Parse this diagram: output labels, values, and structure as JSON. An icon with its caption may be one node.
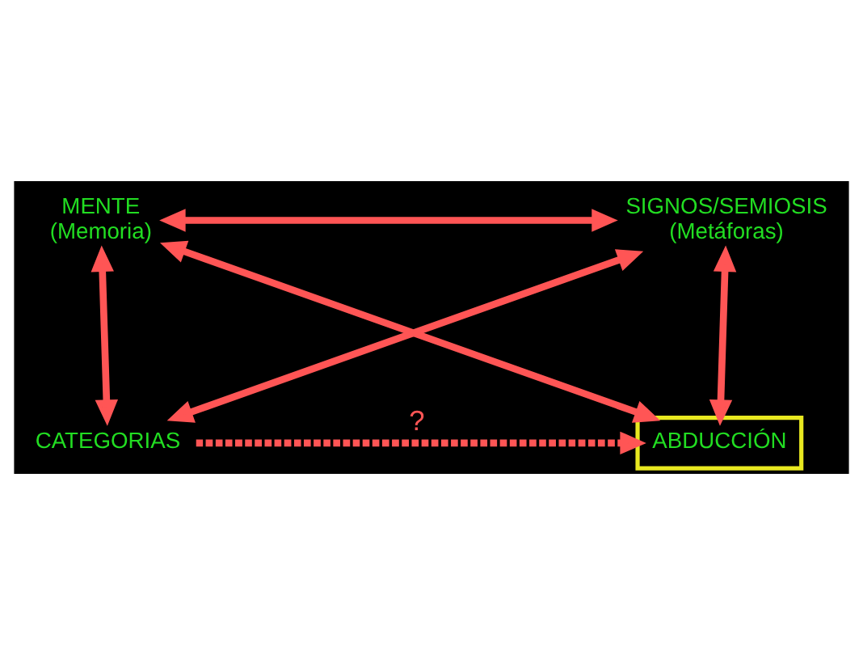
{
  "diagram": {
    "nodes": [
      {
        "text": [
          "MENTE (Memoria)"
        ]
      },
      {
        "text": [
          "SIGNOS/SEMIOSIS (Metáforas)"
        ]
      },
      {
        "text": [
          "CATEGORIAS"
        ]
      },
      {
        "text": [
          "ABDUCCIÓN"
        ]
      }
    ],
    "edges": [
      {
        "from": 0,
        "to": 1,
        "arrow": "both"
      },
      {
        "from": 0,
        "to": 2,
        "arrow": "both"
      },
      {
        "from": 1,
        "to": 3,
        "arrow": "both"
      },
      {
        "from": 0,
        "to": 3,
        "arrow": "both"
      },
      {
        "from": 2,
        "to": 1,
        "arrow": "both"
      },
      {
        "from": 2,
        "to": 3,
        "arrow": "to",
        "label": "?",
        "style": "dashed"
      }
    ]
  }
}
